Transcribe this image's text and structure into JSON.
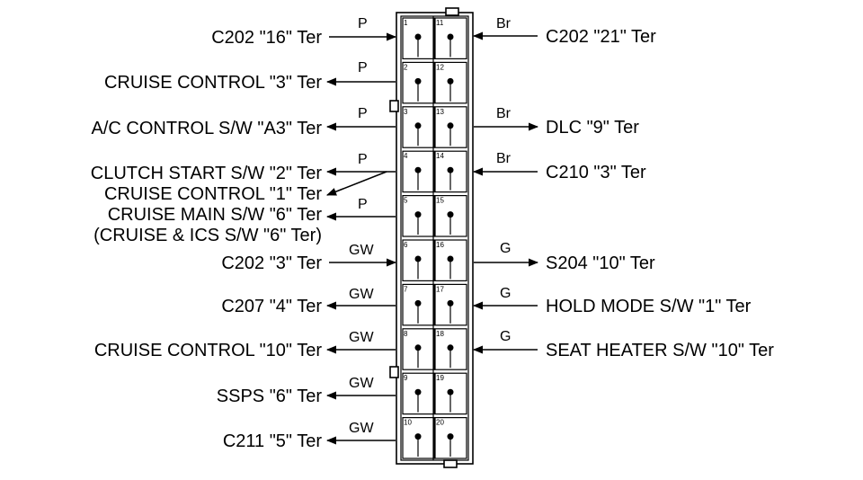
{
  "left": [
    {
      "text": "C202 \"16\" Ter",
      "wire": "P",
      "dir": "in",
      "pin": "1"
    },
    {
      "text": "CRUISE CONTROL \"3\" Ter",
      "wire": "P",
      "dir": "out",
      "pin": "2"
    },
    {
      "text": "A/C CONTROL S/W \"A3\" Ter",
      "wire": "P",
      "dir": "out",
      "pin": "3"
    },
    {
      "text": "CLUTCH START S/W \"2\" Ter",
      "wire": "P",
      "dir": "out",
      "pin": "4"
    },
    {
      "text": "CRUISE CONTROL \"1\" Ter",
      "wire": "",
      "dir": "out",
      "pin": "4"
    },
    {
      "text": "CRUISE MAIN S/W \"6\" Ter",
      "wire": "P",
      "dir": "out",
      "pin": "5"
    },
    {
      "text": "(CRUISE & ICS S/W \"6\" Ter)",
      "wire": "",
      "dir": "none",
      "pin": ""
    },
    {
      "text": "C202 \"3\" Ter",
      "wire": "GW",
      "dir": "in",
      "pin": "6"
    },
    {
      "text": "C207 \"4\" Ter",
      "wire": "GW",
      "dir": "out",
      "pin": "7"
    },
    {
      "text": "CRUISE CONTROL \"10\" Ter",
      "wire": "GW",
      "dir": "out",
      "pin": "8"
    },
    {
      "text": "SSPS \"6\" Ter",
      "wire": "GW",
      "dir": "out",
      "pin": "9"
    },
    {
      "text": "C211 \"5\" Ter",
      "wire": "GW",
      "dir": "out",
      "pin": "10"
    }
  ],
  "right": [
    {
      "text": "C202 \"21\" Ter",
      "wire": "Br",
      "dir": "in",
      "pin": "11"
    },
    {
      "text": "DLC \"9\" Ter",
      "wire": "Br",
      "dir": "out",
      "pin": "13"
    },
    {
      "text": "C210 \"3\" Ter",
      "wire": "Br",
      "dir": "in",
      "pin": "14"
    },
    {
      "text": "S204 \"10\" Ter",
      "wire": "G",
      "dir": "out",
      "pin": "16"
    },
    {
      "text": "HOLD MODE S/W \"1\" Ter",
      "wire": "G",
      "dir": "in",
      "pin": "17"
    },
    {
      "text": "SEAT HEATER S/W \"10\" Ter",
      "wire": "G",
      "dir": "in",
      "pin": "18"
    }
  ],
  "pins_left": [
    "1",
    "2",
    "3",
    "4",
    "5",
    "6",
    "7",
    "8",
    "9",
    "10"
  ],
  "pins_right": [
    "11",
    "12",
    "13",
    "14",
    "15",
    "16",
    "17",
    "18",
    "19",
    "20"
  ]
}
